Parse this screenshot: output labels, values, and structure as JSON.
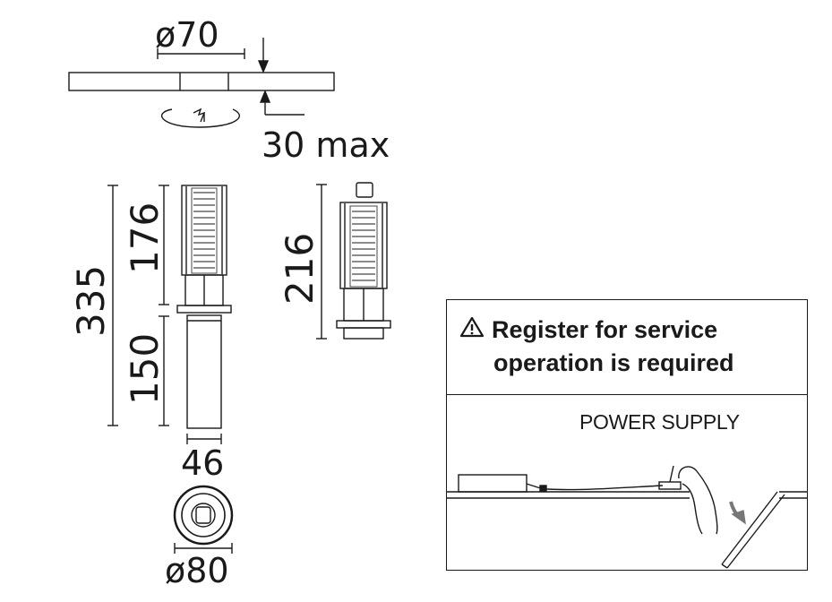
{
  "dimensions": {
    "hole_diameter": "ø70",
    "ceiling_thickness": "30 max",
    "total_length": "335",
    "head_length": "176",
    "tube_length": "150",
    "short_length": "216",
    "tube_diameter": "46",
    "flange_diameter": "ø80"
  },
  "notice": {
    "line1": "Register for service",
    "line2": "operation is required",
    "power_supply_label": "POWER SUPPLY"
  },
  "icons": {
    "warning": "warning-triangle-icon",
    "rotate": "rotate-icon",
    "hand": "hand-icon",
    "arrow": "curved-arrow-icon"
  }
}
